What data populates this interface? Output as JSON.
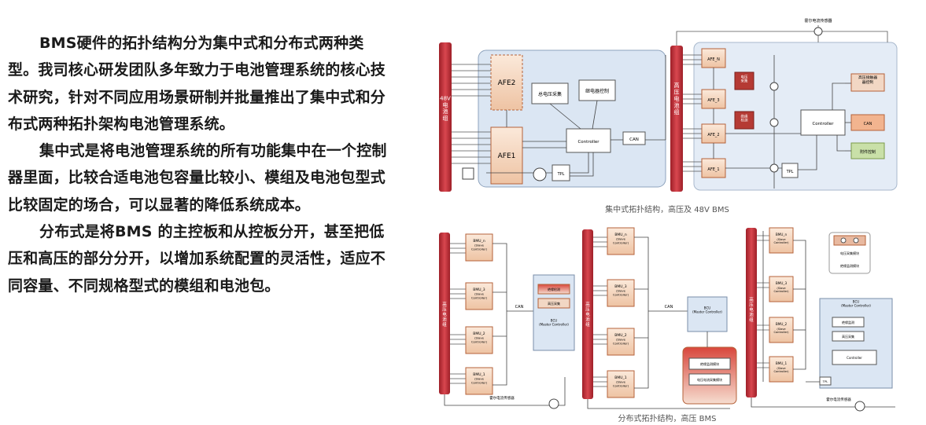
{
  "article": {
    "paragraphs": [
      "BMS硬件的拓扑结构分为集中式和分布式两种类型。我司核心研发团队多年致力于电池管理系统的核心技术研究，针对不同应用场景研制并批量推出了集中式和分布式两种拓扑架构电池管理系统。",
      "集中式是将电池管理系统的所有功能集中在一个控制器里面，比较合适电池包容量比较小、模组及电池包型式比较固定的场合，可以显著的降低系统成本。",
      "分布式是将BMS 的主控板和从控板分开，甚至把低压和高压的部分分开，以增加系统配置的灵活性，适应不同容量、不同规格型式的模组和电池包。"
    ]
  },
  "centralized": {
    "caption": "集中式拓扑结构，高压及 48V BMS",
    "left": {
      "battery_label": "48V\n电\n池\n组",
      "afe2": "AFE2",
      "afe1": "AFE1",
      "voltage_sampling": "总电压采集",
      "relay_control": "继电器控制",
      "controller": "Controller",
      "can": "CAN",
      "tpl": "TPL"
    },
    "right": {
      "sensor_label": "霍尔电流传感器",
      "battery_label": "高\n压\n电\n池\n组",
      "afe_n": "AFE_N",
      "afe_3": "AFE_3",
      "afe_2": "AFE_2",
      "afe_1": "AFE_1",
      "module_a": "电压\n采集",
      "module_b": "绝缘\n检测",
      "hv_relay": "高压接触器\n器控制",
      "controller": "Controller",
      "can": "CAN",
      "aux": "附件控制",
      "tpl": "TPL"
    }
  },
  "distributed": {
    "caption": "分布式拓扑结构，高压 BMS",
    "a": {
      "battery_label": "高\n压\n电\n池\n组",
      "bmu_n": "BMU_n",
      "bmu_3": "BMU_3",
      "bmu_2": "BMU_2",
      "bmu_1": "BMU_1",
      "slave": "(Slave\nController)",
      "can": "CAN",
      "bcu_label": "BCU\n(Master Controller)",
      "bcu_item1": "绝缘检测",
      "bcu_item2": "高压采集",
      "sensor": "霍尔电流传感器"
    },
    "b": {
      "battery_label": "高\n压\n电\n池\n组",
      "bmu_n": "BMU_n",
      "bmu_3": "BMU_3",
      "bmu_2": "BMU_2",
      "bmu_1": "BMU_1",
      "slave": "(Slave\nController)",
      "can": "CAN",
      "bcu_label": "BCU\n(Master Controller)",
      "module1": "绝缘监测模块",
      "module2": "电压电流采集模块"
    },
    "c": {
      "battery_label": "高\n压\n电\n池\n组",
      "bmu_n": "BMU_n",
      "bmu_3": "BMU_3",
      "bmu_2": "BMU_2",
      "bmu_1": "BMU_1",
      "slave": "(Slave\nController)",
      "legend1": "电压采集模块",
      "legend2": "绝缘监测模块",
      "bcu_label": "BCU\n(Master Controller)",
      "bcu_item1": "绝缘监测",
      "bcu_item2": "高压采集",
      "controller": "Controller",
      "tpl": "TPL",
      "sensor": "霍尔电流传感器"
    }
  },
  "colors": {
    "battery_red": "#c8323a",
    "afe_fill": "#f2d7c4",
    "afe_border": "#b5623a",
    "panel_blue": "#dbe6f3",
    "line": "#4a4a4a"
  }
}
